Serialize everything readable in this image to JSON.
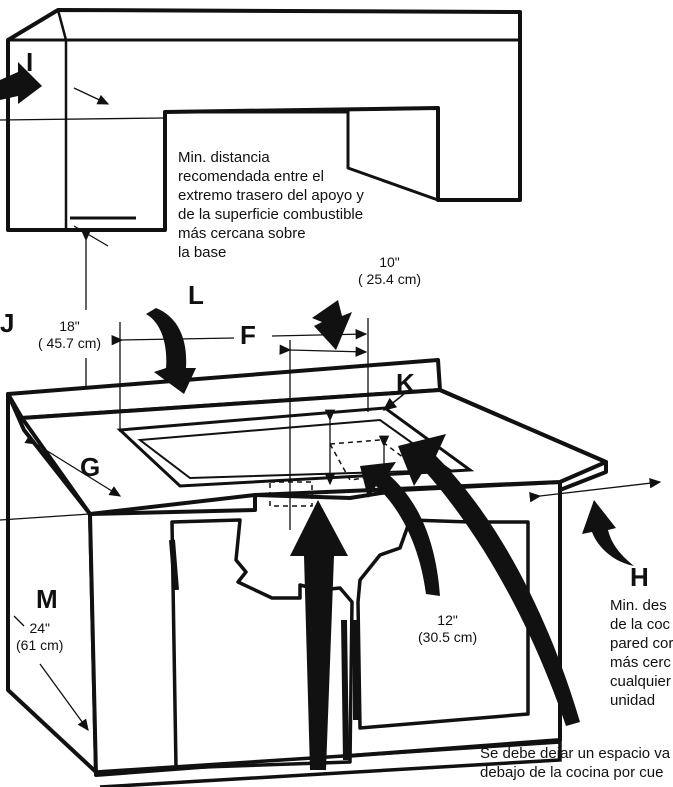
{
  "letters": {
    "I": "I",
    "J": "J",
    "L": "L",
    "F": "F",
    "K": "K",
    "G": "G",
    "H": "H",
    "M": "M"
  },
  "notes": {
    "top_note": [
      "Min. distancia",
      "recomendada entre el",
      "extremo trasero del apoyo y",
      "de la superficie combustible",
      "más cercana sobre",
      "la base"
    ],
    "right_note": [
      "Min. des",
      "de la coc",
      "pared cor",
      "más cerc",
      "cualquier",
      "unidad"
    ],
    "bottom_note": [
      "Se debe dejar un espacio va",
      "debajo de la cocina por cue"
    ]
  },
  "dimensions": {
    "d10": [
      "10\"",
      "( 25.4 cm)"
    ],
    "d18": [
      "18\"",
      "( 45.7 cm)"
    ],
    "d12": [
      "12\"",
      "(30.5 cm)"
    ],
    "d24": [
      "24\"",
      "(61 cm)"
    ]
  },
  "colors": {
    "ink": "#111111",
    "paper": "#ffffff"
  }
}
